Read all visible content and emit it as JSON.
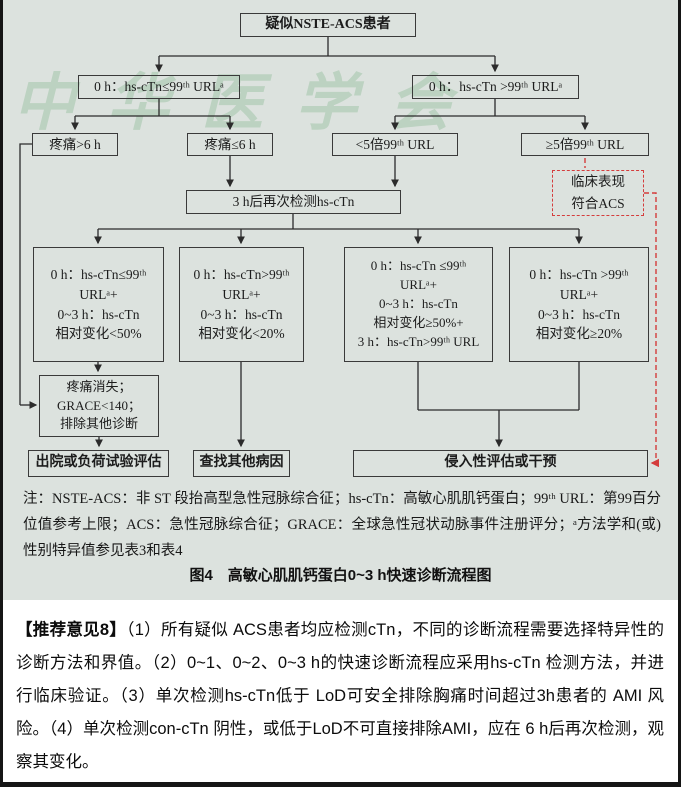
{
  "watermark": {
    "text": "中华医学会"
  },
  "flowchart": {
    "start": "疑似NSTE-ACS患者",
    "level1": {
      "left": "0 h：hs-cTn≤99ᵗʰ URLᵃ",
      "right": "0 h：hs-cTn >99ᵗʰ URLᵃ"
    },
    "level2": {
      "pain_gt6h": "疼痛>6 h",
      "pain_le6h": "疼痛≤6 h",
      "lt5x_url": "<5倍99ᵗʰ URL",
      "ge5x_url": "≥5倍99ᵗʰ URL"
    },
    "clinical_note": "临床表现\n符合ACS",
    "retest": "3 h后再次检测hs-cTn",
    "outcomes": [
      {
        "text": "0 h：hs-cTn≤99ᵗʰ\nURLᵃ+\n0~3 h：hs-cTn\n相对变化<50%"
      },
      {
        "text": "0 h：hs-cTn>99ᵗʰ\nURLᵃ+\n0~3 h：hs-cTn\n相对变化<20%"
      },
      {
        "text": "0 h：hs-cTn ≤99ᵗʰ\nURLᵃ+\n0~3 h：hs-cTn\n相对变化≥50%+\n3 h：hs-cTn>99ᵗʰ URL"
      },
      {
        "text": "0 h：hs-cTn >99ᵗʰ\nURLᵃ+\n0~3 h：hs-cTn\n相对变化≥20%"
      }
    ],
    "intermediate": "疼痛消失；\nGRACE<140；\n排除其他诊断",
    "final": {
      "discharge": "出院或负荷试验评估",
      "other_cause": "查找其他病因",
      "invasive": "侵入性评估或干预"
    }
  },
  "notes": "注：NSTE-ACS：非 ST 段抬高型急性冠脉综合征；hs-cTn：高敏心肌肌钙蛋白；99ᵗʰ URL：第99百分位值参考上限；ACS：急性冠脉综合征；GRACE：全球急性冠状动脉事件注册评分；ᵃ方法学和(或)性别特异值参见表3和表4",
  "caption": "图4　高敏心肌肌钙蛋白0~3 h快速诊断流程图",
  "recommendation": {
    "label": "【推荐意见8】",
    "body": "（1）所有疑似 ACS患者均应检测cTn，不同的诊断流程需要选择特异性的诊断方法和界值。（2）0~1、0~2、0~3 h的快速诊断流程应采用hs-cTn 检测方法，并进行临床验证。（3）单次检测hs-cTn低于 LoD可安全排除胸痛时间超过3h患者的 AMI 风险。（4）单次检测con-cTn 阴性，或低于LoD不可直接排除AMI，应在 6 h后再次检测，观察其变化。"
  },
  "colors": {
    "background": "#dce2de",
    "box_border": "#3a3a3a",
    "dashed_red": "#d43c3c",
    "watermark_green": "#a3c6aa"
  }
}
